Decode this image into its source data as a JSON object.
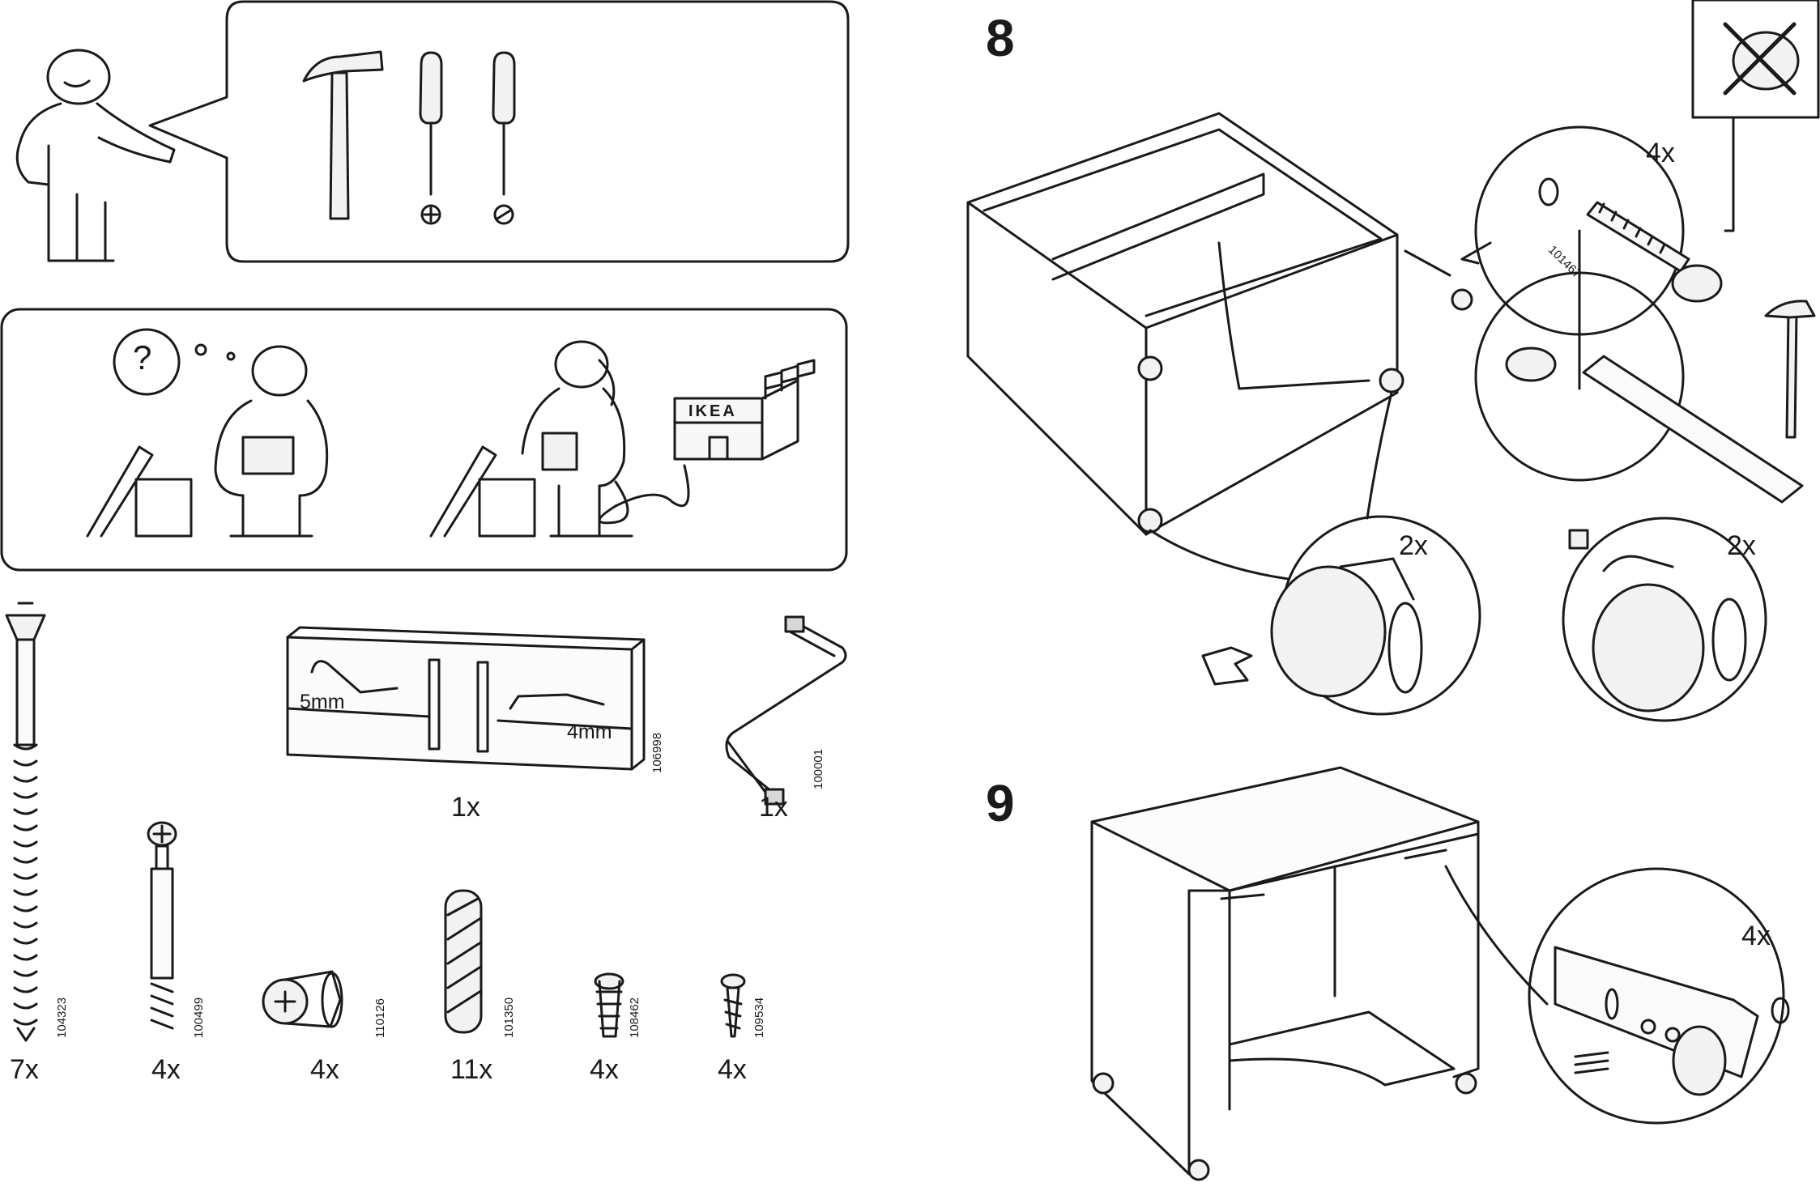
{
  "steps": {
    "step8": "8",
    "step9": "9"
  },
  "shop_sign": "IKEA",
  "tool_card": {
    "size_5mm": "5mm",
    "size_4mm": "4mm",
    "article": "106998",
    "qty": "1x"
  },
  "allen_key": {
    "article": "100001",
    "qty": "1x"
  },
  "parts": [
    {
      "article": "104323",
      "qty": "7x"
    },
    {
      "article": "100499",
      "qty": "4x"
    },
    {
      "article": "110126",
      "qty": "4x"
    },
    {
      "article": "101350",
      "qty": "11x"
    },
    {
      "article": "108462",
      "qty": "4x"
    },
    {
      "article": "109534",
      "qty": "4x"
    }
  ],
  "step8_callouts": {
    "pin_qty": "4x",
    "pin_article": "101467",
    "caster_left_qty": "2x",
    "caster_right_qty": "2x"
  },
  "step9_callouts": {
    "fitting_qty": "4x"
  }
}
